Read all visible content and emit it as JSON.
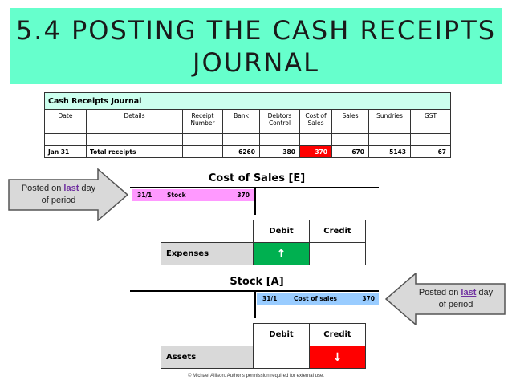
{
  "slide": {
    "title_line1": "5.4 POSTING THE CASH RECEIPTS",
    "title_line2": "JOURNAL",
    "colors": {
      "title_band": "#66ffcc",
      "journal_header": "#ccffee",
      "highlight_red": "#ff0000",
      "debit_green": "#00b050",
      "stock_pink": "#ff99ff",
      "stock_blue": "#99ccff"
    },
    "copyright": "© Michael Allison. Author’s permission required for external use."
  },
  "journal": {
    "title": "Cash Receipts Journal",
    "headers": [
      "Date",
      "Details",
      "Receipt Number",
      "Bank",
      "Debtors Control",
      "Cost of Sales",
      "Sales",
      "Sundries",
      "GST"
    ],
    "total_row": [
      "Jan 31",
      "Total receipts",
      "",
      "6260",
      "380",
      "370",
      "670",
      "5143",
      "67"
    ]
  },
  "left_arrow": {
    "prefix": "Posted on ",
    "emph": "last",
    "suffix": " day",
    "line2": "of period"
  },
  "right_arrow": {
    "prefix": "Posted on ",
    "emph": "last",
    "suffix": " day",
    "line2": "of period"
  },
  "cost_of_sales": {
    "title": "Cost of Sales [E]",
    "entry": {
      "date": "31/1",
      "details": "Stock",
      "amount": "370"
    },
    "debit": "Debit",
    "credit": "Credit",
    "row_label": "Expenses",
    "debit_arrow": "↑"
  },
  "stock": {
    "title": "Stock [A]",
    "entry": {
      "date": "31/1",
      "details": "Cost of sales",
      "amount": "370"
    },
    "debit": "Debit",
    "credit": "Credit",
    "row_label": "Assets",
    "credit_arrow": "↓"
  }
}
